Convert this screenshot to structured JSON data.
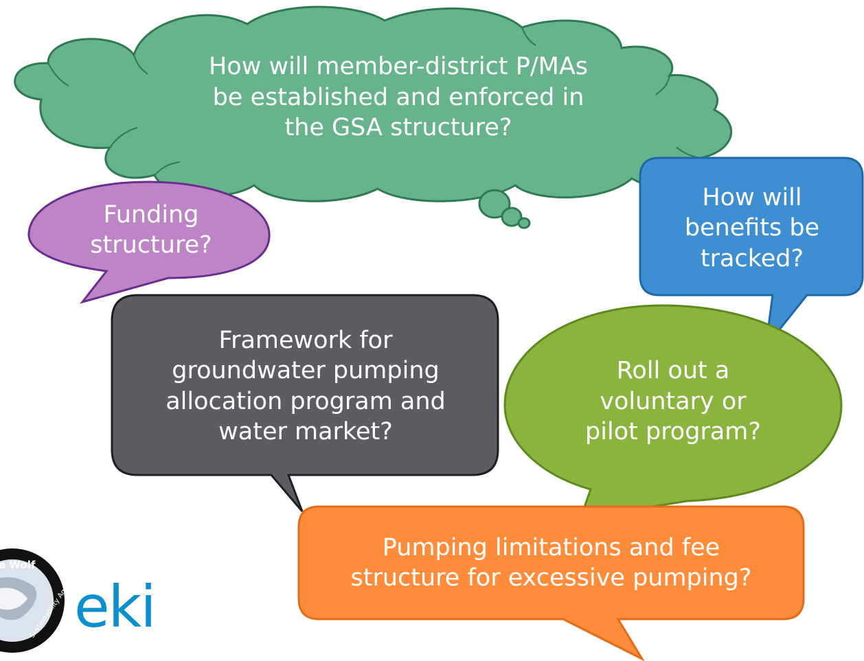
{
  "bubbles": {
    "cloud": {
      "text": "How will member-district P/MAs\nbe established and enforced in\nthe GSA structure?",
      "fill": "#66b38c"
    },
    "funding": {
      "text": "Funding\nstructure?",
      "fill": "#bd84c6"
    },
    "benefits": {
      "text": "How will\nbenefits be\ntracked?",
      "fill": "#3d8fd1"
    },
    "framework": {
      "text": "Framework for\ngroundwater pumping\nallocation program and\nwater market?",
      "fill": "#5e5c63"
    },
    "rollout": {
      "text": "Roll out a\nvoluntary or\npilot program?",
      "fill": "#8bb43f"
    },
    "pumping": {
      "text": "Pumping limitations and fee\nstructure for excessive pumping?",
      "fill": "#ff8c3a"
    }
  },
  "logos": {
    "seal_text_top": "e Wolf",
    "seal_text_side": "Sustainability Agency",
    "wordmark": "eki"
  }
}
